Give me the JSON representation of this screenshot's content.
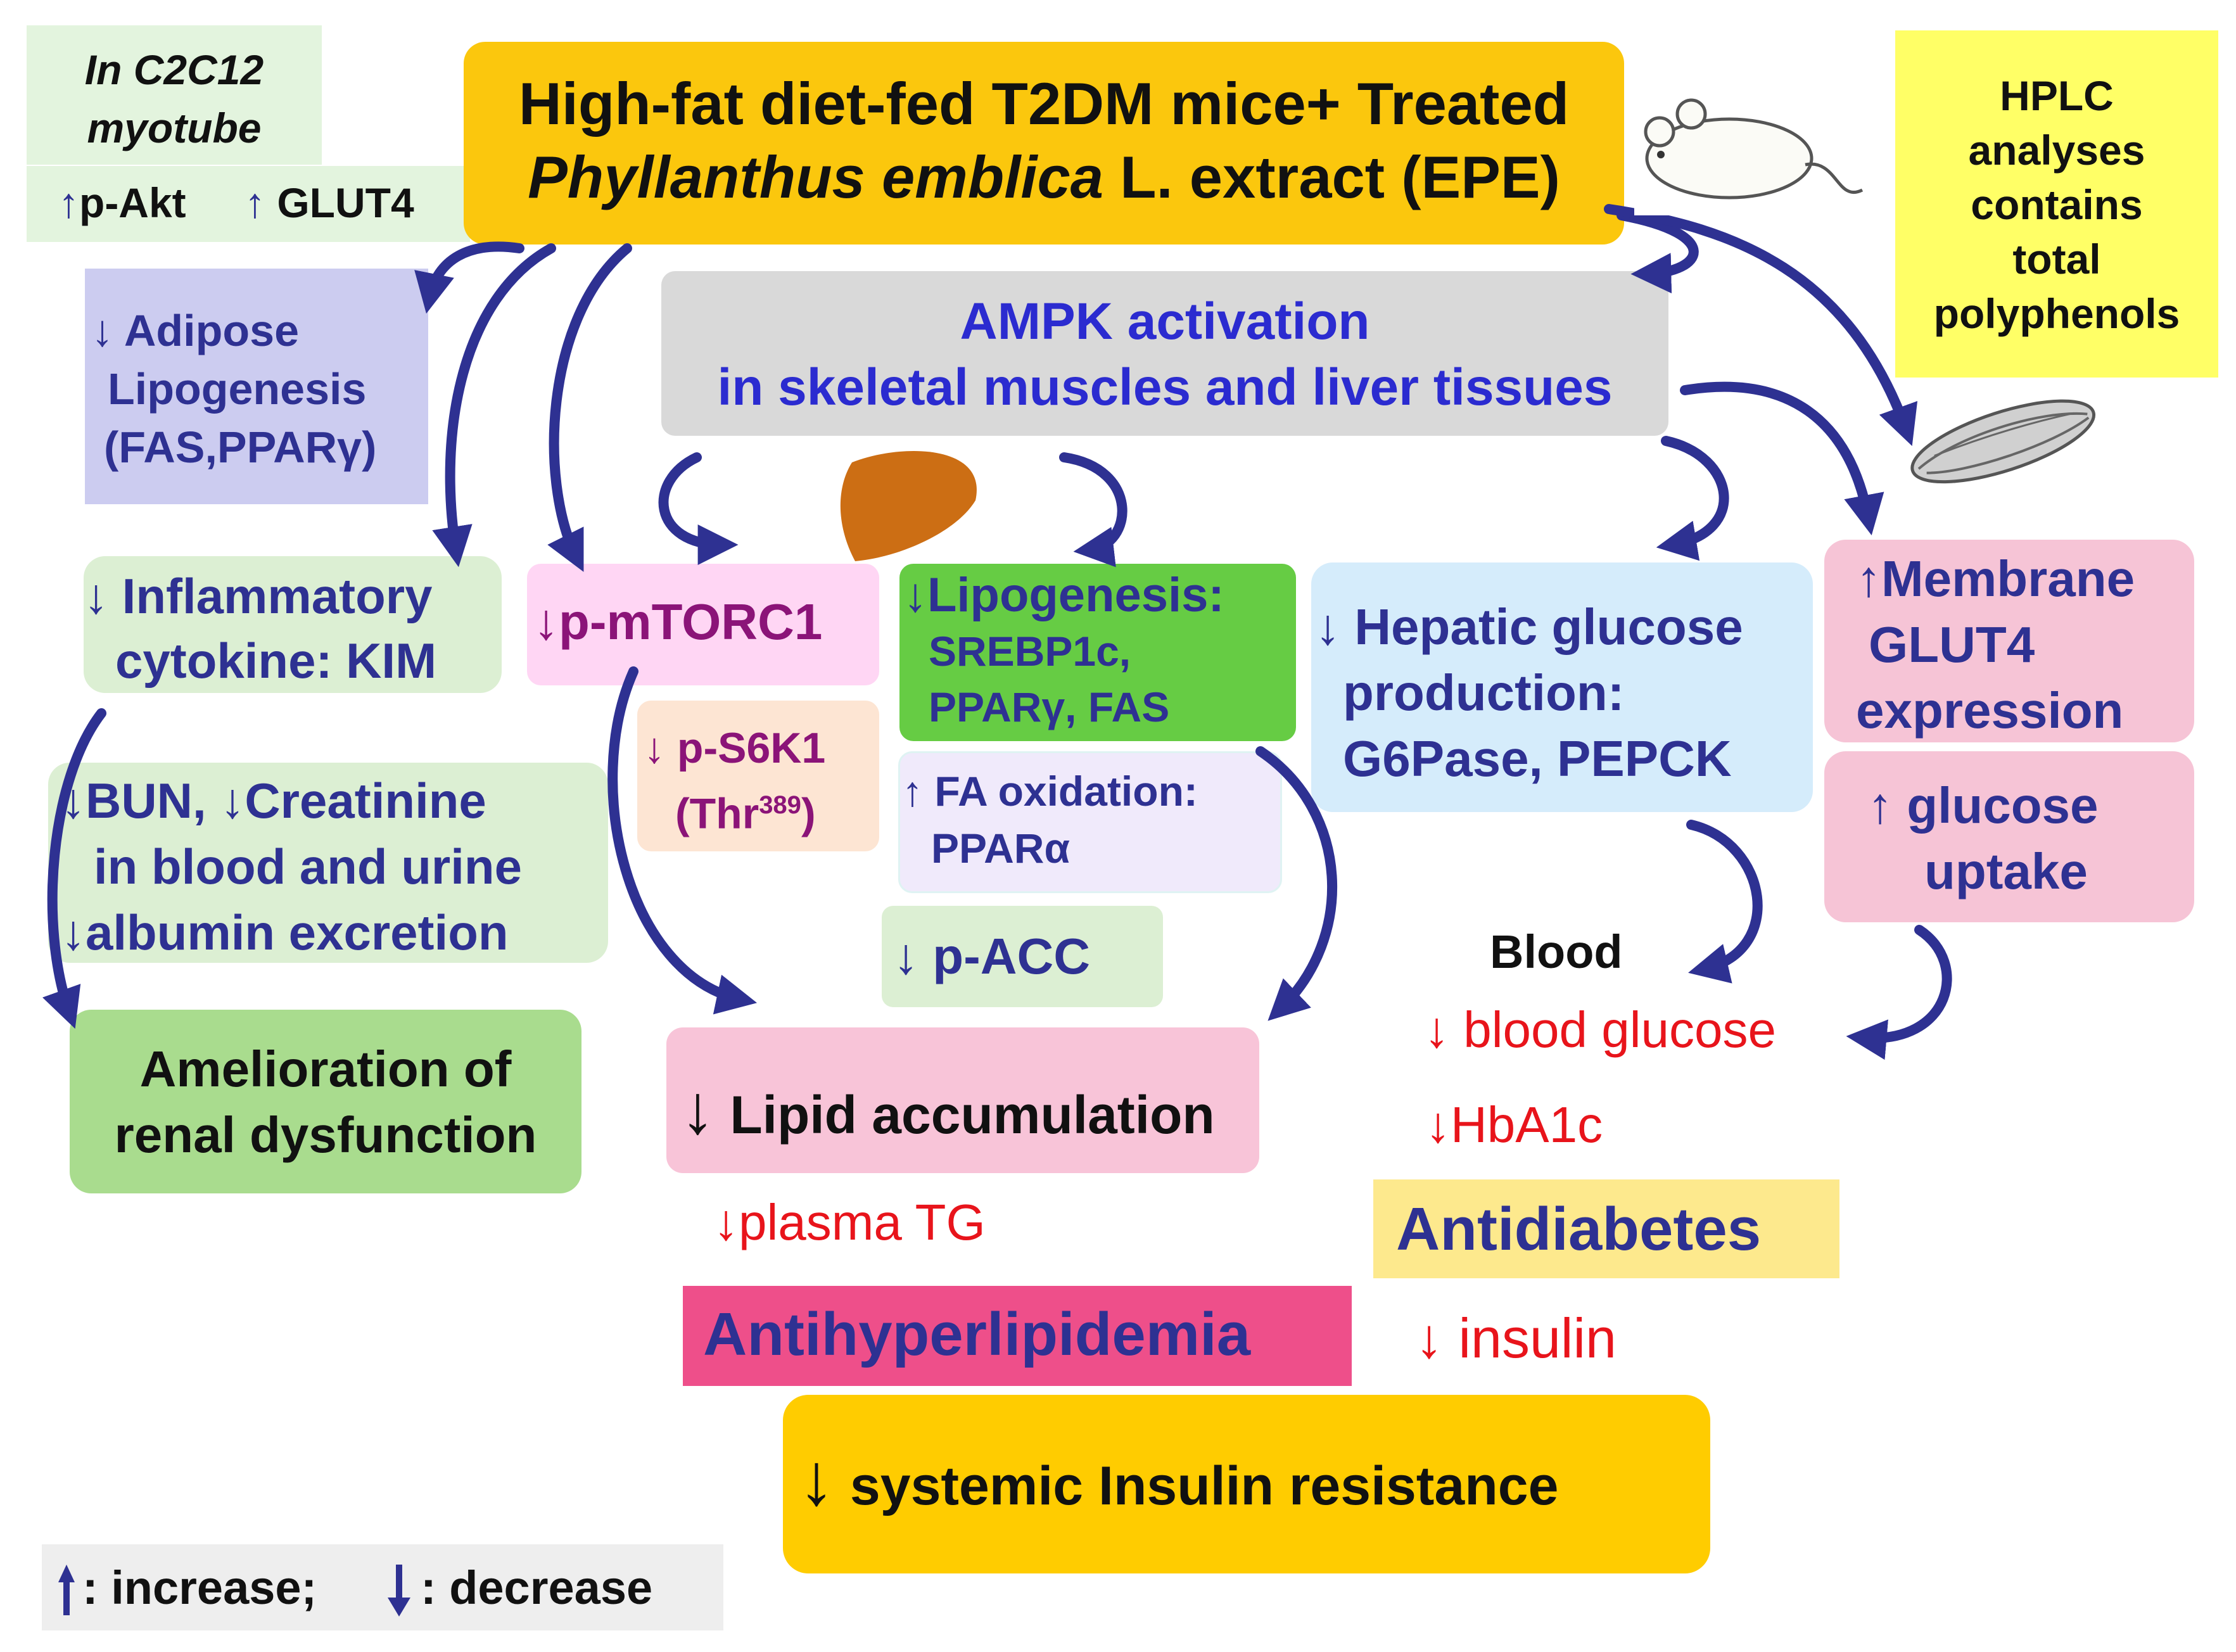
{
  "in_vitro": {
    "title_line1": "In C2C12",
    "title_line2": "myotube",
    "pakt": "p-Akt",
    "glut4": "GLUT4"
  },
  "top": {
    "line1": "High-fat diet-fed T2DM mice+ Treated",
    "line2_italic": "Phyllanthus emblica",
    "line2_rest": " L. extract (EPE)"
  },
  "hplc": {
    "line1": "HPLC",
    "line2": "analyses",
    "line3": "contains",
    "line4": "total",
    "line5": "polyphenols"
  },
  "ampk": {
    "line1": "AMPK activation",
    "line2": "in skeletal muscles and liver tissues"
  },
  "adipose": {
    "line1": "Adipose",
    "line2": "Lipogenesis",
    "line3": "(FAS,PPARγ)"
  },
  "inflam": {
    "line1": "Inflammatory",
    "line2": "cytokine: KIM"
  },
  "renal_markers": {
    "bun": "BUN,",
    "creatinine": "Creatinine",
    "line2": "in blood and urine",
    "line3": "albumin excretion"
  },
  "renal_outcome": {
    "line1": "Amelioration of",
    "line2": "renal dysfunction"
  },
  "mtorc1": {
    "label": "p-mTORC1"
  },
  "s6k1": {
    "line1": "p-S6K1",
    "line2_base": "(Thr",
    "line2_sup": "389",
    "line2_end": ")"
  },
  "lipogenesis": {
    "line1": "Lipogenesis:",
    "line2": "SREBP1c,",
    "line3": "PPARγ, FAS"
  },
  "fa_oxidation": {
    "line1": "FA oxidation:",
    "line2": "PPARα"
  },
  "pacc": {
    "label": "p-ACC"
  },
  "lipid_accum": {
    "label": "Lipid accumulation"
  },
  "plasma_tg": {
    "label": "plasma TG"
  },
  "antihyperlipidemia": {
    "label": "Antihyperlipidemia"
  },
  "hepatic": {
    "line1": "Hepatic glucose",
    "line2": "production:",
    "line3": "G6Pase, PEPCK"
  },
  "membrane": {
    "line1": "Membrane",
    "line2": "GLUT4",
    "line3": "expression"
  },
  "uptake": {
    "line1": "glucose",
    "line2": "uptake"
  },
  "blood": {
    "heading": "Blood",
    "glucose": "blood glucose",
    "hba1c": "HbA1c"
  },
  "antidiabetes": {
    "label": "Antidiabetes"
  },
  "insulin": {
    "label": "insulin"
  },
  "systemic": {
    "label": "systemic Insulin resistance"
  },
  "legend": {
    "increase": ": increase;",
    "decrease": ": decrease"
  },
  "colors": {
    "navy": "#2e3192",
    "red": "#e8141b",
    "top_box": "#fbc70d",
    "systemic_box": "#ffcc00",
    "hplc_box": "#ffff66",
    "ampk_box": "#d9d9d9",
    "adipose_box": "#ccccf0",
    "green_box": "#dcefd3",
    "renal_outcome_box": "#a9dc8e",
    "mtorc1_box": "#ffd6f4",
    "s6k1_box": "#fde5d3",
    "lipogenesis_box": "#66cc44",
    "fa_box": "#f0eafb",
    "lipid_box": "#f8c4d8",
    "antihyper_box": "#ee4f8a",
    "hepatic_box": "#d5ecfb",
    "membrane_box": "#f6c4d6",
    "antidiabetes_box": "#fde98d",
    "legend_box": "#eeeeee",
    "liver": "#cc6e14"
  },
  "icons": [
    "mouse-icon",
    "liver-icon",
    "muscle-icon",
    "up-arrow-icon",
    "down-arrow-icon"
  ]
}
